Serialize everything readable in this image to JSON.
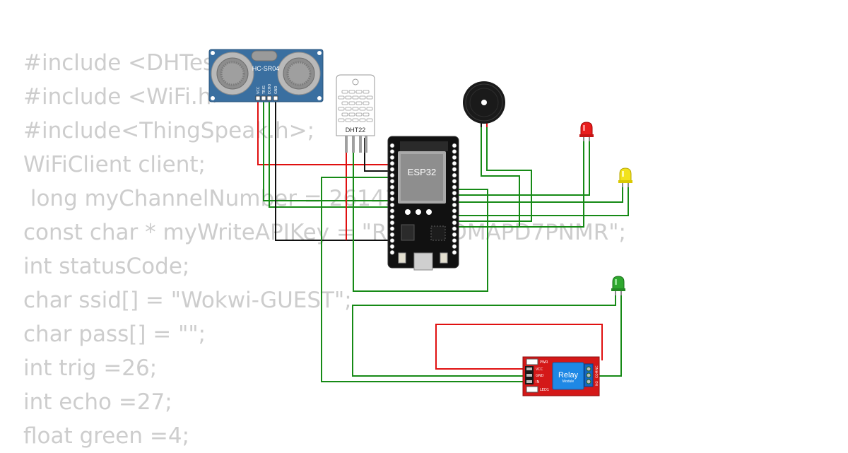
{
  "code_lines": [
    "#include <DHTesp.h>",
    "#include <WiFi.h>",
    "#include<ThingSpeak.h>;",
    "WiFiClient client;",
    " long myChannelNumber = 2614325;",
    "const char * myWriteAPIKey = \"RMB3CDMAPD7PNMR\";",
    "int statusCode;",
    "char ssid[] = \"Wokwi-GUEST\";",
    "char pass[] = \"\";",
    "int trig =26;",
    "int echo =27;",
    "float green =4;"
  ],
  "components": {
    "ultrasonic": {
      "label": "HC-SR04",
      "pins": [
        "VCC",
        "TRIG",
        "ECHO",
        "GND"
      ]
    },
    "dht": {
      "label": "DHT22"
    },
    "esp32": {
      "label": "ESP32"
    },
    "relay": {
      "title": "Relay",
      "subtitle": "Module",
      "pins_left": [
        "VCC",
        "GND",
        "IN"
      ],
      "pins_right": [
        "NC",
        "COM",
        "NO"
      ],
      "pwr_label": "PWR",
      "led_label": "LED1"
    }
  },
  "colors": {
    "wire_green": "#168a16",
    "wire_red": "#e01010",
    "wire_black": "#111111",
    "code_text": "#cdcdcd",
    "sensor_board": "#3a6fa0",
    "relay_board": "#d41818",
    "led_red": "#e81c1c",
    "led_yellow": "#f2e21c",
    "led_green": "#2ea82e"
  },
  "icons": {
    "buzzer": "buzzer-icon",
    "leds": [
      "red-led-icon",
      "yellow-led-icon",
      "green-led-icon"
    ]
  }
}
